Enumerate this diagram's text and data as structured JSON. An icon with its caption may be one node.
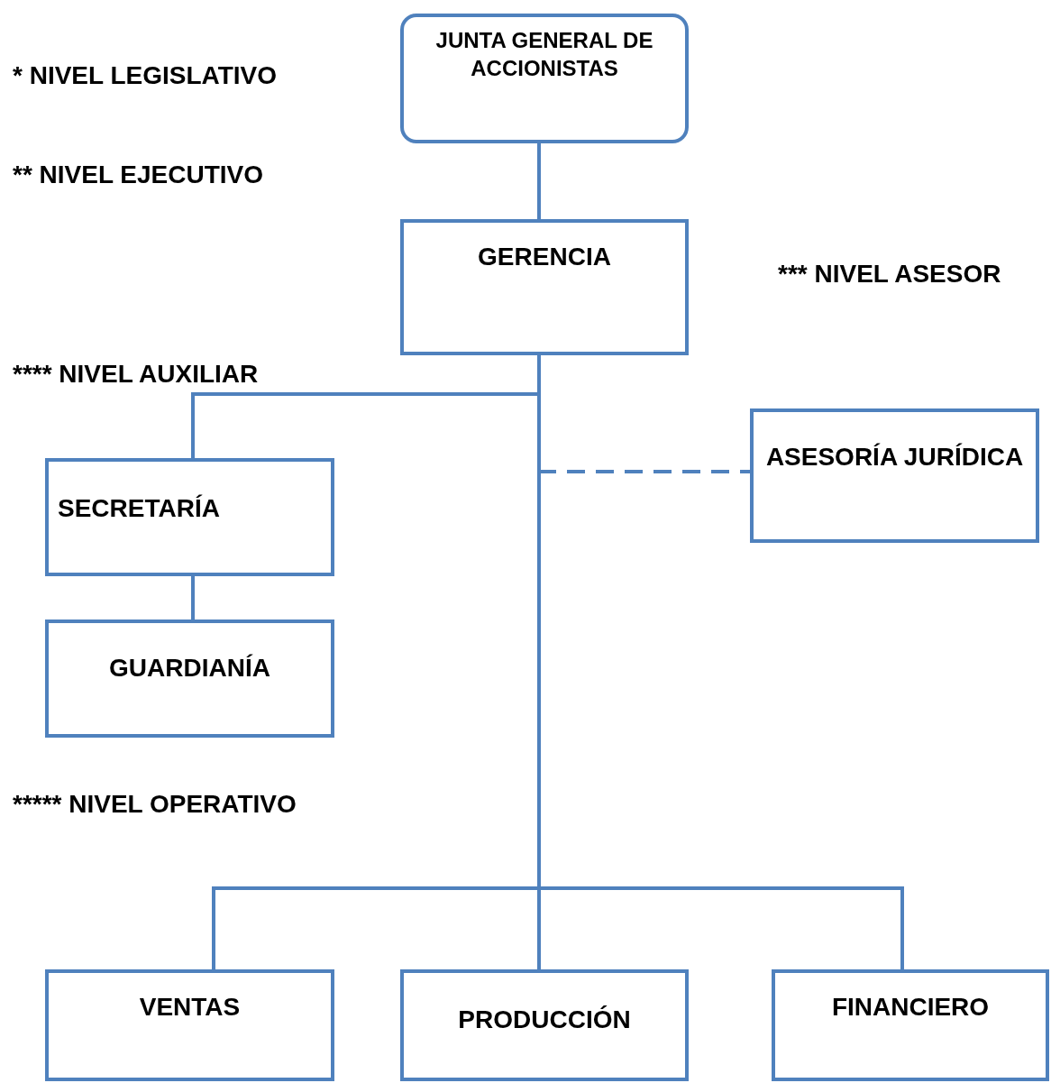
{
  "diagram": {
    "nodes": [
      {
        "text": [
          "JUNTA GENERAL DE ACCIONISTAS"
        ]
      },
      {
        "text": [
          "GERENCIA"
        ]
      },
      {
        "text": [
          "SECRETARÍA"
        ]
      },
      {
        "text": [
          "GUARDIANÍA"
        ]
      },
      {
        "text": [
          "ASESORÍA JURÍDICA"
        ]
      },
      {
        "text": [
          "VENTAS"
        ]
      },
      {
        "text": [
          "PRODUCCIÓN"
        ]
      },
      {
        "text": [
          "FINANCIERO"
        ]
      }
    ],
    "edges": [
      {
        "from": 1,
        "to": 4,
        "arrow": "none",
        "style": "dashed"
      },
      {
        "from": 0,
        "to": 1,
        "arrow": "none"
      },
      {
        "from": 1,
        "to": 2,
        "arrow": "none"
      },
      {
        "from": 2,
        "to": 3,
        "arrow": "none"
      },
      {
        "from": 1,
        "to": 5,
        "arrow": "none"
      },
      {
        "from": 1,
        "to": 6,
        "arrow": "none"
      },
      {
        "from": 1,
        "to": 7,
        "arrow": "none"
      }
    ],
    "labels": [
      "* NIVEL LEGISLATIVO",
      "** NIVEL EJECUTIVO",
      "*** NIVEL ASESOR",
      "**** NIVEL AUXILIAR",
      "***** NIVEL OPERATIVO"
    ]
  }
}
